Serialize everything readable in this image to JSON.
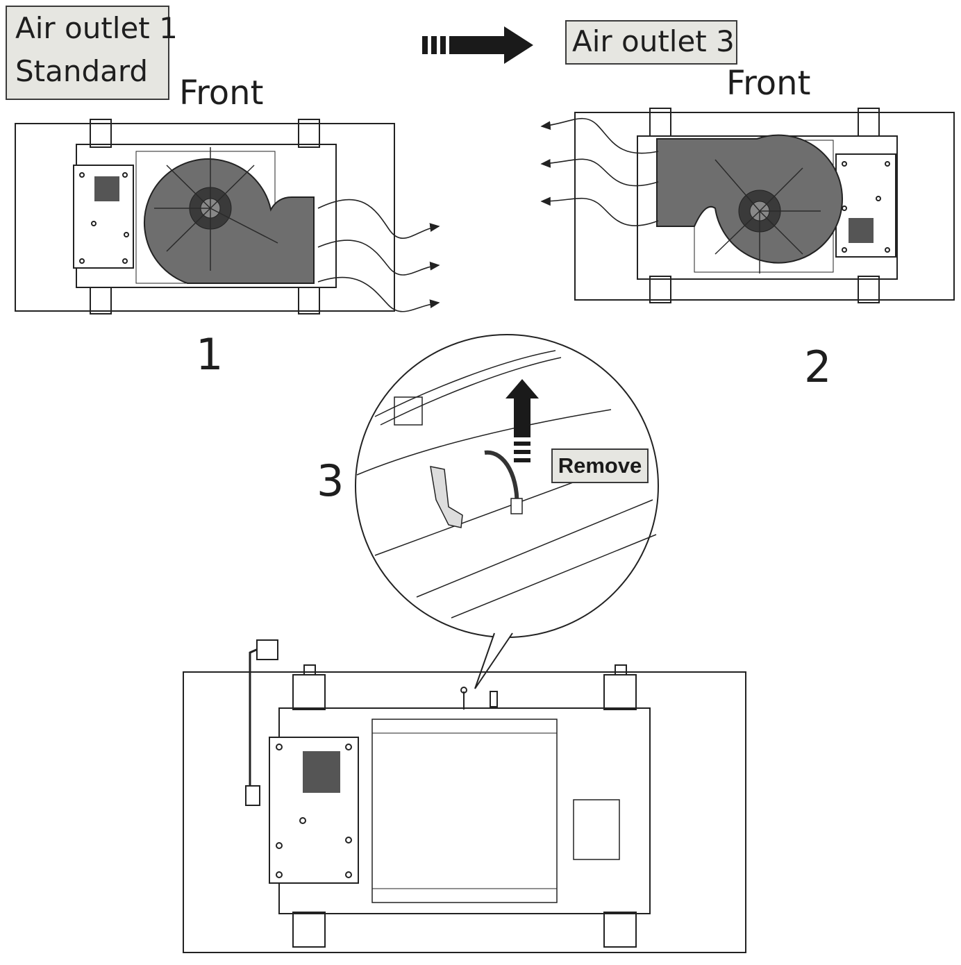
{
  "labels": {
    "air_outlet_1": "Air outlet 1",
    "standard": "Standard",
    "air_outlet_3": "Air outlet 3",
    "front_1": "Front",
    "front_2": "Front",
    "remove": "Remove"
  },
  "steps": [
    "1",
    "2",
    "3"
  ],
  "colors": {
    "label_bg": "#e6e6e1",
    "blower": "#6e6e6e",
    "line": "#222222",
    "arrow": "#1a1a1a"
  }
}
